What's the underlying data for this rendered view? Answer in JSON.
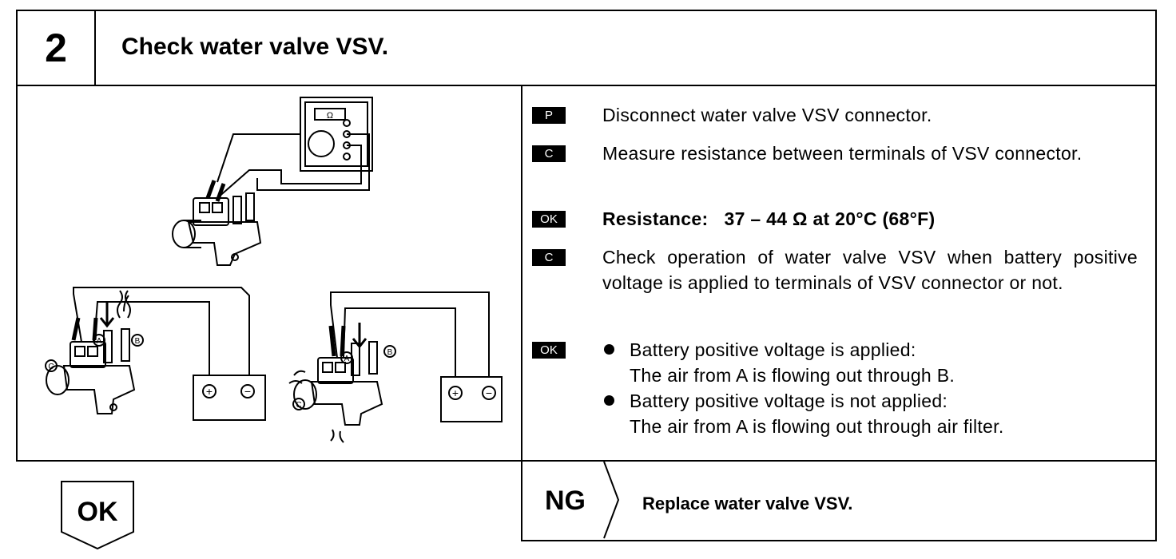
{
  "step": {
    "number": "2",
    "title": "Check water valve VSV."
  },
  "illustration": {
    "label_a": "A",
    "label_b": "B",
    "label_c": "C",
    "plus": "+",
    "minus": "−",
    "meter_display": "Ω"
  },
  "procedure": [
    {
      "tag": "P",
      "text": "Disconnect water valve VSV connector."
    },
    {
      "tag": "C",
      "text": "Measure resistance between terminals of VSV connector."
    },
    {
      "tag": "OK",
      "text": "Resistance:   37 – 44 Ω at 20°C (68°F)"
    },
    {
      "tag": "C",
      "text": "Check operation of water valve VSV when battery positive voltage is applied to terminals of VSV connector or not."
    },
    {
      "tag": "OK",
      "bullets": [
        {
          "condition": "Battery positive voltage is applied:",
          "result": "The air from A is flowing out through B."
        },
        {
          "condition": "Battery positive voltage is not applied:",
          "result": "The air from A is flowing out through air filter."
        }
      ]
    }
  ],
  "outcome_ok": {
    "label": "OK"
  },
  "outcome_ng": {
    "label": "NG",
    "action": "Replace water valve VSV."
  }
}
